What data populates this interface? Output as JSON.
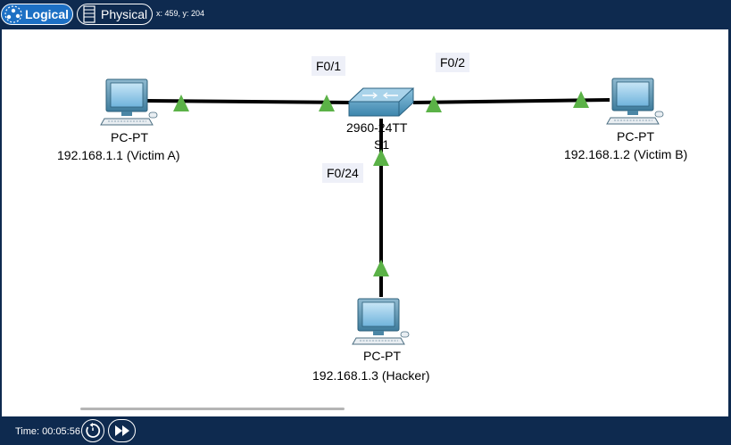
{
  "toolbar": {
    "logical_label": "Logical",
    "physical_label": "Physical",
    "coordinates": "x: 459, y: 204"
  },
  "devices": {
    "pc_a": {
      "type": "PC-PT",
      "label": "192.168.1.1 (Victim A)"
    },
    "pc_b": {
      "type": "PC-PT",
      "label": "192.168.1.2 (Victim B)"
    },
    "pc_c": {
      "type": "PC-PT",
      "label": "192.168.1.3  (Hacker)"
    },
    "switch": {
      "model": "2960-24TT",
      "name": "S1"
    }
  },
  "ports": {
    "f01": "F0/1",
    "f02": "F0/2",
    "f024": "F0/24"
  },
  "link_status_color": "#5bb247",
  "bottom": {
    "time": "Time: 00:05:56"
  },
  "icons": [
    "logical-network-icon",
    "physical-rack-icon",
    "pc-icon",
    "switch-icon",
    "power-cycle-icon",
    "fast-forward-icon"
  ]
}
